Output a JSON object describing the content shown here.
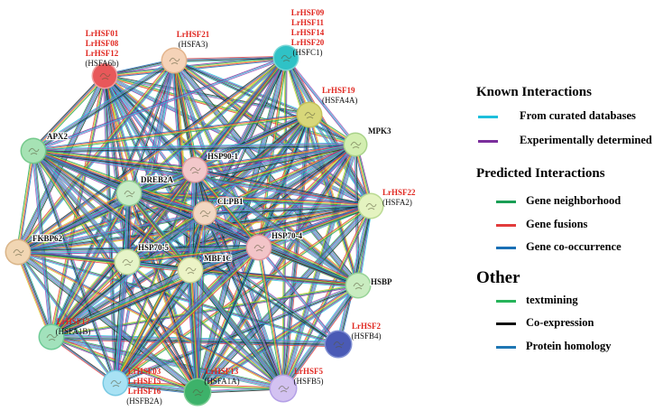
{
  "network": {
    "nodes": [
      {
        "id": "LrHSF01",
        "labels_red": [
          "LrHSF01",
          "LrHSF08",
          "LrHSF12"
        ],
        "label_black": "(HSFA6b)",
        "fill": "#e8585a",
        "ring": "#f0a0a0"
      },
      {
        "id": "LrHSF21",
        "labels_red": [
          "LrHSF21"
        ],
        "label_black": "(HSFA3)",
        "fill": "#f5d3b8",
        "ring": "#e3b48c"
      },
      {
        "id": "LrHSF09",
        "labels_red": [
          "LrHSF09",
          "LrHSF11",
          "LrHSF14",
          "LrHSF20"
        ],
        "label_black": "(HSFC1)",
        "fill": "#2fc2c6",
        "ring": "#7ad6d6"
      },
      {
        "id": "LrHSF19",
        "labels_red": [
          "LrHSF19"
        ],
        "label_black": "(HSFA4A)",
        "fill": "#d8d77a",
        "ring": "#c4c25a"
      },
      {
        "id": "MPK3",
        "labels_red": [],
        "label_black": "MPK3",
        "fill": "#d3eeb0",
        "ring": "#a9d28a"
      },
      {
        "id": "LrHSF22",
        "labels_red": [
          "LrHSF22"
        ],
        "label_black": "(HSFA2)",
        "fill": "#e4f3c0",
        "ring": "#bada92"
      },
      {
        "id": "HSBP",
        "labels_red": [],
        "label_black": "HSBP",
        "fill": "#c9ecc0",
        "ring": "#96d296"
      },
      {
        "id": "LrHSF2",
        "labels_red": [
          "LrHSF2"
        ],
        "label_black": "(HSFB4)",
        "fill": "#4a5ab5",
        "ring": "#7f8ed2"
      },
      {
        "id": "LrHSF5",
        "labels_red": [
          "LrHSF5"
        ],
        "label_black": "(HSFB5)",
        "fill": "#d3c2f1",
        "ring": "#b4a0e6"
      },
      {
        "id": "LrHSF13",
        "labels_red": [
          "LrHSF13"
        ],
        "label_black": "(HSFA1A)",
        "fill": "#3db26a",
        "ring": "#7acc92"
      },
      {
        "id": "LrHSF03",
        "labels_red": [
          "LrHSF03",
          "LrHSF15",
          "LrHSF16"
        ],
        "label_black": "(HSFB2A)",
        "fill": "#a8e2f4",
        "ring": "#76c8e2"
      },
      {
        "id": "LrHSF17",
        "labels_red": [
          "LrHSF17"
        ],
        "label_black": "(HSFA1B)",
        "fill": "#a2e2bc",
        "ring": "#6ecb96"
      },
      {
        "id": "FKBP62",
        "labels_red": [],
        "label_black": "FKBP62",
        "fill": "#f1d6b3",
        "ring": "#d9b487"
      },
      {
        "id": "APX2",
        "labels_red": [],
        "label_black": "APX2",
        "fill": "#a6e2b4",
        "ring": "#74c98b"
      },
      {
        "id": "HSP90-1",
        "labels_red": [],
        "label_black": "HSP90-1",
        "fill": "#f2c8ca",
        "ring": "#e09ca0"
      },
      {
        "id": "DREB2A",
        "labels_red": [],
        "label_black": "DREB2A",
        "fill": "#c8ecc6",
        "ring": "#92d096"
      },
      {
        "id": "CLPB1",
        "labels_red": [],
        "label_black": "CLPB1",
        "fill": "#f1d7c2",
        "ring": "#ddb496"
      },
      {
        "id": "HSP70-5",
        "labels_red": [],
        "label_black": "HSP70-5",
        "fill": "#e6f4c8",
        "ring": "#bed89a"
      },
      {
        "id": "MBF1C",
        "labels_red": [],
        "label_black": "MBF1C",
        "fill": "#ecf3c6",
        "ring": "#c6d698"
      },
      {
        "id": "HSP70-4",
        "labels_red": [],
        "label_black": "HSP70-4",
        "fill": "#f2c4c8",
        "ring": "#e0979e"
      }
    ],
    "edge_colors": [
      "#1dbfdc",
      "#7b2f9c",
      "#1a9e55",
      "#d0ce2a",
      "#e23c3c",
      "#1a6fb5",
      "#222222",
      "#2fb7b0",
      "#9b4fb5"
    ]
  },
  "legend": {
    "known_title": "Known Interactions",
    "known_items": [
      {
        "label": "From curated databases",
        "color": "#1dbfdc"
      },
      {
        "label": "Experimentally determined",
        "color": "#7b2f9c"
      }
    ],
    "predicted_title": "Predicted Interactions",
    "predicted_items": [
      {
        "label": "Gene neighborhood",
        "color": "#1a9e55"
      },
      {
        "label": "Gene fusions",
        "color": "#e23c3c"
      },
      {
        "label": "Gene co-occurrence",
        "color": "#1a6fb5"
      }
    ],
    "other_title": "Other",
    "other_items": [
      {
        "label": "textmining",
        "color": "#27b45a"
      },
      {
        "label": "Co-expression",
        "color": "#111111"
      },
      {
        "label": "Protein homology",
        "color": "#1f77b4"
      }
    ]
  }
}
